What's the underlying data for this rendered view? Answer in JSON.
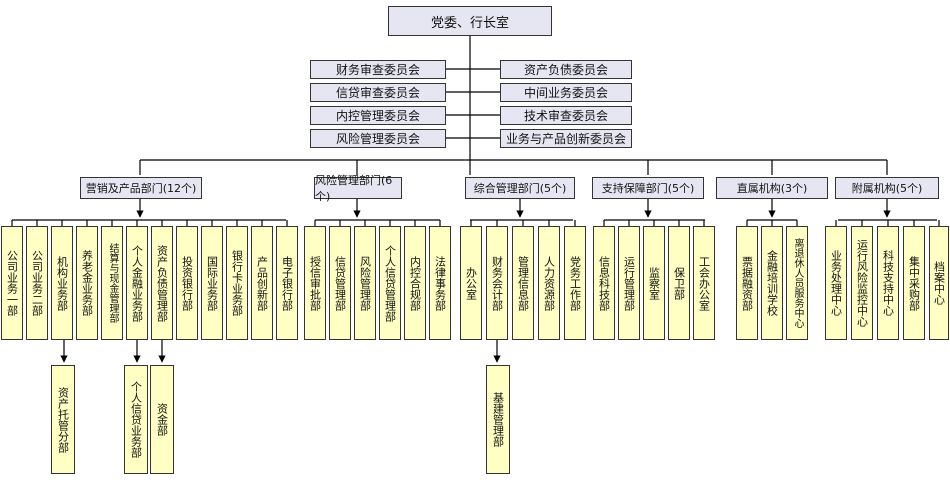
{
  "top": "党委、行长室",
  "committees_left": [
    "财务审查委员会",
    "信贷审查委员会",
    "内控管理委员会",
    "风险管理委员会"
  ],
  "committees_right": [
    "资产负债委员会",
    "中间业务委员会",
    "技术审查委员会",
    "业务与产品创新委员会"
  ],
  "categories": [
    {
      "label": "营销及产品部门(12个)",
      "units": [
        "公司业务一部",
        "公司业务二部",
        "机构业务部",
        "养老金业务部",
        "结算与现金管理部",
        "个人金融业务部",
        "资产负债管理部",
        "投资银行部",
        "国际业务部",
        "银行卡业务部",
        "产品创新部",
        "电子银行部"
      ]
    },
    {
      "label": "风险管理部门(6个)",
      "units": [
        "授信审批部",
        "信贷管理部",
        "风险管理部",
        "个人信贷管理部",
        "内控合规部",
        "法律事务部"
      ]
    },
    {
      "label": "综合管理部门(5个)",
      "units": [
        "办公室",
        "财务会计部",
        "管理信息部",
        "人力资源部",
        "党务工作部"
      ]
    },
    {
      "label": "支持保障部门(5个)",
      "units": [
        "信息科技部",
        "运行管理部",
        "监察室",
        "保卫部",
        "工会办公室"
      ]
    },
    {
      "label": "直属机构(3个)",
      "units": [
        "票据融资部",
        "金融培训学校",
        "离退休人员服务中心"
      ]
    },
    {
      "label": "附属机构(5个)",
      "units": [
        "业务处理中心",
        "运行风险监控中心",
        "科技支持中心",
        "集中采购部",
        "档案中心"
      ]
    }
  ],
  "sub_units": [
    "资产托管分部",
    "个人信贷业务部",
    "资金部",
    "基建管理部"
  ]
}
